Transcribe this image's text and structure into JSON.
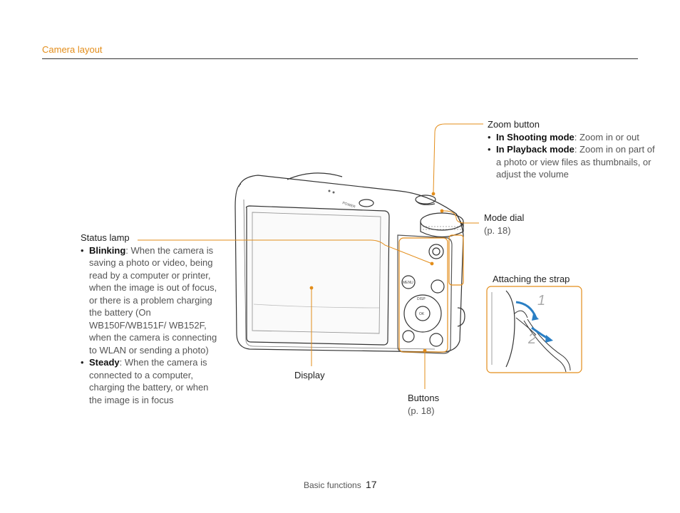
{
  "header": {
    "section_title": "Camera layout"
  },
  "zoom": {
    "title": "Zoom button",
    "items": [
      {
        "term": "In Shooting mode",
        "desc": ": Zoom in or out"
      },
      {
        "term": "In Playback mode",
        "desc": ": Zoom in on part of a photo or view files as thumbnails, or adjust the volume"
      }
    ]
  },
  "mode_dial": {
    "title": "Mode dial",
    "ref": "(p. 18)"
  },
  "strap": {
    "title": "Attaching the strap",
    "step1": "1",
    "step2": "2"
  },
  "status_lamp": {
    "title": "Status lamp",
    "items": [
      {
        "term": "Blinking",
        "desc": ": When the camera is saving a photo or video, being read by a computer or printer, when the image is out of focus, or there is a problem charging the battery (On WB150F/WB151F/ WB152F, when the camera is connecting to WLAN or sending a photo)"
      },
      {
        "term": "Steady",
        "desc": ": When the camera is connected to a computer, charging the battery, or when the image is in focus"
      }
    ]
  },
  "display_label": "Display",
  "buttons": {
    "title": "Buttons",
    "ref": "(p. 18)"
  },
  "camera": {
    "power_label": "POWER",
    "menu_label": "MENU",
    "disp_label": "DISP",
    "ok_label": "OK"
  },
  "colors": {
    "accent": "#e38d1a",
    "arrow_blue": "#2a7fc4"
  },
  "footer": {
    "section": "Basic functions",
    "page": "17"
  }
}
